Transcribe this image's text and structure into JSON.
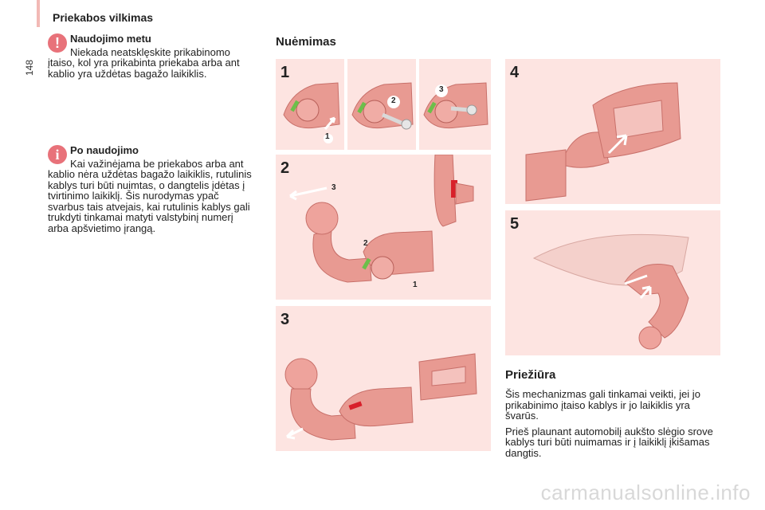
{
  "header": {
    "title": "Priekabos vilkimas",
    "page_number": "148"
  },
  "notes": {
    "during_use": {
      "icon": "warning-icon",
      "badge": "!",
      "title": "Naudojimo metu",
      "body": "Niekada neatsklęskite prikabinomo įtaiso, kol yra prikabinta priekaba arba ant kablio yra uždėtas bagažo laikiklis."
    },
    "after_use": {
      "icon": "info-icon",
      "badge": "i",
      "title": "Po naudojimo",
      "body": "Kai važinėjama be priekabos arba ant kablio nėra uždėtas bagažo laikiklis, rutulinis kablys turi būti nuimtas, o dangtelis įdėtas į tvirtinimo laikiklį. Šis nurodymas ypač svarbus tais atvejais, kai rutulinis kablys gali trukdyti tinkamai matyti valstybinį numerį arba apšvietimo įrangą."
    }
  },
  "removal": {
    "title": "Nuėmimas",
    "steps": [
      "1",
      "2",
      "3",
      "4",
      "5"
    ],
    "callouts": [
      "1",
      "2",
      "3"
    ]
  },
  "maintenance": {
    "title": "Priežiūra",
    "paragraphs": [
      "Šis mechanizmas gali tinkamai veikti, jei jo prikabinimo įtaiso kablys ir jo laikiklis yra švarūs.",
      "Prieš plaunant automobilį aukšto slėgio srove kablys turi būti nuimamas ir į laikiklį įkišamas dangtis."
    ]
  },
  "colors": {
    "panel_bg": "#fde4e1",
    "part": "#e89a92",
    "part_dark": "#c8706a",
    "accent_green": "#6cbf4a",
    "accent_red": "#d8202a",
    "badge": "#e8727a"
  },
  "watermark": "carmanualsonline.info"
}
